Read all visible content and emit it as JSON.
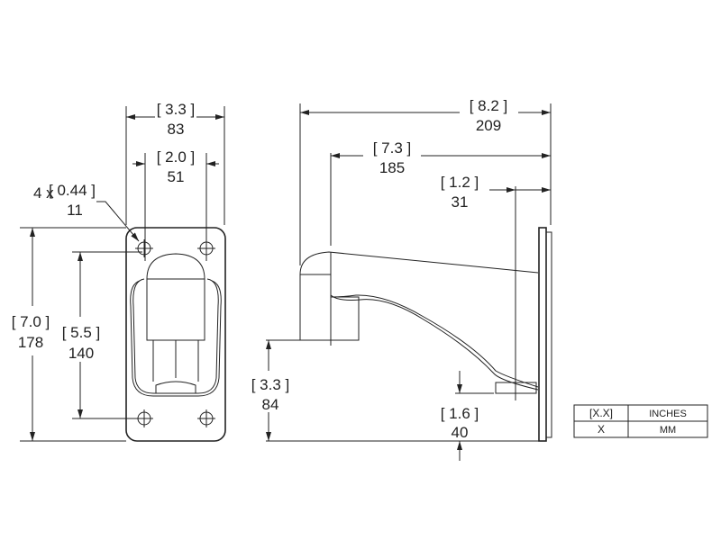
{
  "front_view": {
    "width": {
      "inches": "[ 3.3 ]",
      "mm": "83"
    },
    "hole_spacing_width": {
      "inches": "[ 2.0 ]",
      "mm": "51"
    },
    "hole_diameter": {
      "prefix": "4 x",
      "inches": "[ 0.44 ]",
      "mm": "11"
    },
    "height": {
      "inches": "[ 7.0 ]",
      "mm": "178"
    },
    "hole_spacing_height": {
      "inches": "[ 5.5 ]",
      "mm": "140"
    }
  },
  "side_view": {
    "overall_depth": {
      "inches": "[ 8.2 ]",
      "mm": "209"
    },
    "arm_depth": {
      "inches": "[ 7.3 ]",
      "mm": "185"
    },
    "foot_depth": {
      "inches": "[ 1.2 ]",
      "mm": "31"
    },
    "mount_height": {
      "inches": "[ 3.3 ]",
      "mm": "84"
    },
    "foot_height": {
      "inches": "[ 1.6 ]",
      "mm": "40"
    }
  },
  "legend": {
    "rows": [
      {
        "symbol": "[X.X]",
        "unit": "INCHES"
      },
      {
        "symbol": "X",
        "unit": "MM"
      }
    ]
  }
}
